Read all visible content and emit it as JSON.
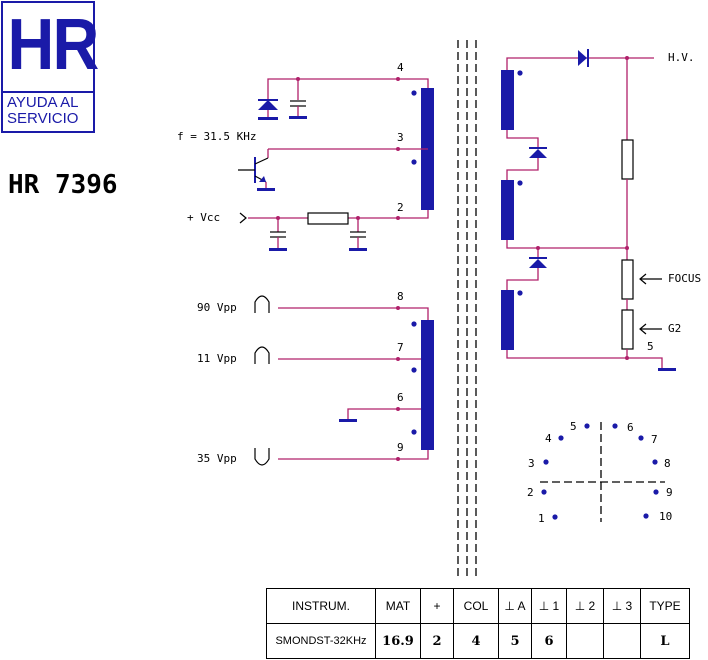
{
  "logo": {
    "mark": "HR",
    "subtitle": "AYUDA AL\nSERVICIO"
  },
  "model": "HR 7396",
  "labels": {
    "freq": "f = 31.5 KHz",
    "vcc": "+ Vcc",
    "hv": "H.V.",
    "focus": "FOCUS",
    "g2": "G2",
    "vpp90": "90 Vpp",
    "vpp11": "11 Vpp",
    "vpp35": "35 Vpp"
  },
  "pins": {
    "p4": "4",
    "p3": "3",
    "p2": "2",
    "p8": "8",
    "p7": "7",
    "p6": "6",
    "p9": "9",
    "p5": "5"
  },
  "base_pins": [
    "1",
    "2",
    "3",
    "4",
    "5",
    "6",
    "7",
    "8",
    "9",
    "10"
  ],
  "table": {
    "headers": [
      "INSTRUM.",
      "MAT",
      "+",
      "COL",
      "⊥ A",
      "⊥ 1",
      "⊥ 2",
      "⊥ 3",
      "TYPE"
    ],
    "values": [
      "SMONDST-32KHz",
      "16.9",
      "2",
      "4",
      "5",
      "6",
      "",
      "",
      "L"
    ]
  },
  "colors": {
    "wire": "#b0206a",
    "component": "#1a1aa8",
    "text": "#000000"
  }
}
